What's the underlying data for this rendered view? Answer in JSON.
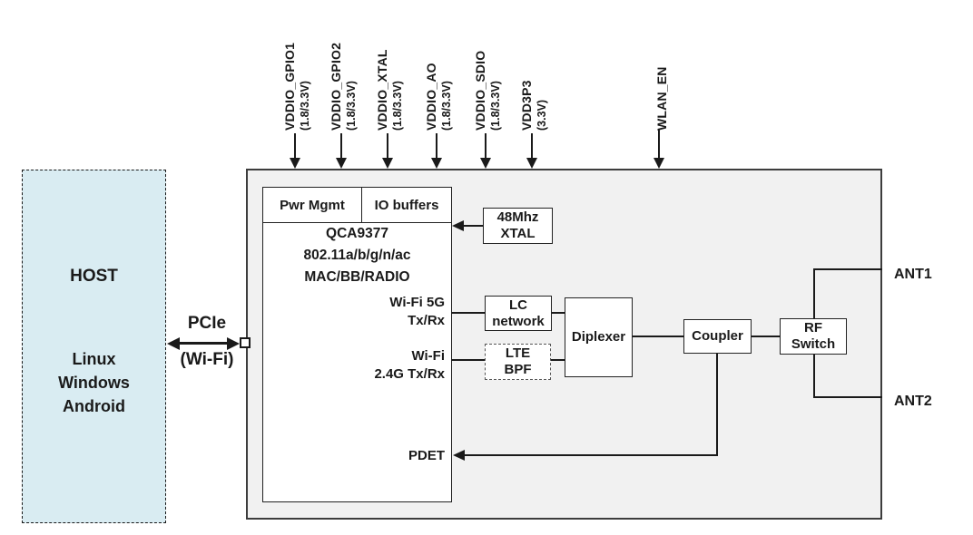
{
  "power_pins": [
    {
      "name": "VDDIO_GPIO1",
      "voltage": "(1.8/3.3V)"
    },
    {
      "name": "VDDIO_GPIO2",
      "voltage": "(1.8/3.3V)"
    },
    {
      "name": "VDDIO_XTAL",
      "voltage": "(1.8/3.3V)"
    },
    {
      "name": "VDDIO_AO",
      "voltage": "(1.8/3.3V)"
    },
    {
      "name": "VDDIO_SDIO",
      "voltage": "(1.8/3.3V)"
    },
    {
      "name": "VDD3P3",
      "voltage": "(3.3V)"
    },
    {
      "name": "WLAN_EN",
      "voltage": ""
    }
  ],
  "host": {
    "title": "HOST",
    "os": [
      "Linux",
      "Windows",
      "Android"
    ]
  },
  "interface": {
    "bus": "PCIe",
    "mode": "(Wi-Fi)"
  },
  "chip": {
    "header_left": "Pwr Mgmt",
    "header_right": "IO buffers",
    "name": "QCA9377",
    "standards": "802.11a/b/g/n/ac",
    "functions": "MAC/BB/RADIO",
    "port_5g_line1": "Wi-Fi 5G",
    "port_5g_line2": "Tx/Rx",
    "port_24g_line1": "Wi-Fi",
    "port_24g_line2": "2.4G Tx/Rx",
    "port_pdet": "PDET"
  },
  "blocks": {
    "xtal_line1": "48Mhz",
    "xtal_line2": "XTAL",
    "lc_line1": "LC",
    "lc_line2": "network",
    "lte_line1": "LTE",
    "lte_line2": "BPF",
    "diplexer": "Diplexer",
    "coupler": "Coupler",
    "rf_switch_line1": "RF",
    "rf_switch_line2": "Switch"
  },
  "antennas": {
    "ant1": "ANT1",
    "ant2": "ANT2"
  },
  "colors": {
    "host_fill": "#d9ecf2",
    "module_fill": "#f1f1f1",
    "box_fill": "#ffffff",
    "line": "#1a1a1a"
  }
}
